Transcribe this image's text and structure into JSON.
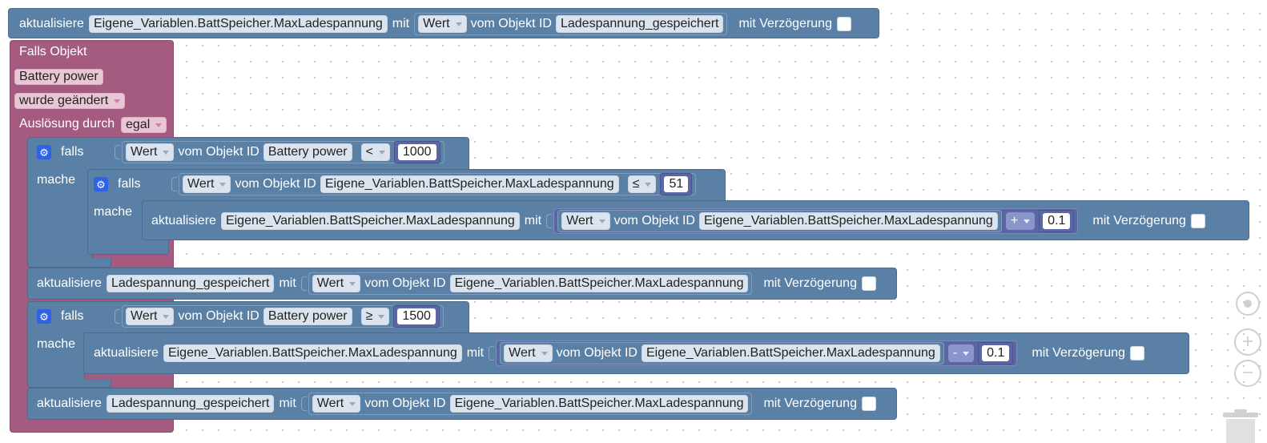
{
  "top": {
    "prefix": "aktualisiere",
    "var": "Eigene_Variablen.BattSpeicher.MaxLadespannung",
    "mit": "mit",
    "wert": "Wert",
    "vom": "vom Objekt ID",
    "obj": "Ladespannung_gespeichert",
    "delay": "mit Verzögerung"
  },
  "trigger": {
    "title": "Falls Objekt",
    "object": "Battery power",
    "condition": "wurde geändert",
    "by_label": "Auslösung durch",
    "by_value": "egal"
  },
  "if1": {
    "falls": "falls",
    "mache": "mache",
    "wert": "Wert",
    "vom": "vom Objekt ID",
    "obj": "Battery power",
    "op": "<",
    "value": "1000"
  },
  "if2": {
    "falls": "falls",
    "mache": "mache",
    "wert": "Wert",
    "vom": "vom Objekt ID",
    "obj": "Eigene_Variablen.BattSpeicher.MaxLadespannung",
    "op": "≤",
    "value": "51"
  },
  "upd_inner1": {
    "prefix": "aktualisiere",
    "var": "Eigene_Variablen.BattSpeicher.MaxLadespannung",
    "mit": "mit",
    "wert": "Wert",
    "vom": "vom Objekt ID",
    "obj": "Eigene_Variablen.BattSpeicher.MaxLadespannung",
    "op": "+",
    "value": "0.1",
    "delay": "mit Verzögerung"
  },
  "upd_save1": {
    "prefix": "aktualisiere",
    "var": "Ladespannung_gespeichert",
    "mit": "mit",
    "wert": "Wert",
    "vom": "vom Objekt ID",
    "obj": "Eigene_Variablen.BattSpeicher.MaxLadespannung",
    "delay": "mit Verzögerung"
  },
  "if3": {
    "falls": "falls",
    "mache": "mache",
    "wert": "Wert",
    "vom": "vom Objekt ID",
    "obj": "Battery power",
    "op": "≥",
    "value": "1500"
  },
  "upd_inner2": {
    "prefix": "aktualisiere",
    "var": "Eigene_Variablen.BattSpeicher.MaxLadespannung",
    "mit": "mit",
    "wert": "Wert",
    "vom": "vom Objekt ID",
    "obj": "Eigene_Variablen.BattSpeicher.MaxLadespannung",
    "op": "-",
    "value": "0.1",
    "delay": "mit Verzögerung"
  },
  "upd_save2": {
    "prefix": "aktualisiere",
    "var": "Ladespannung_gespeichert",
    "mit": "mit",
    "wert": "Wert",
    "vom": "vom Objekt ID",
    "obj": "Eigene_Variablen.BattSpeicher.MaxLadespannung",
    "delay": "mit Verzögerung"
  },
  "controls": {
    "recenter_icon": "target-icon",
    "zoom_in_icon": "plus-icon",
    "zoom_out_icon": "minus-icon",
    "trash_icon": "trash-icon"
  },
  "colors": {
    "action_block": "#5b80a5",
    "trigger_block": "#a55b80",
    "math_block": "#5b67a5",
    "gear": "#2f62e6"
  }
}
